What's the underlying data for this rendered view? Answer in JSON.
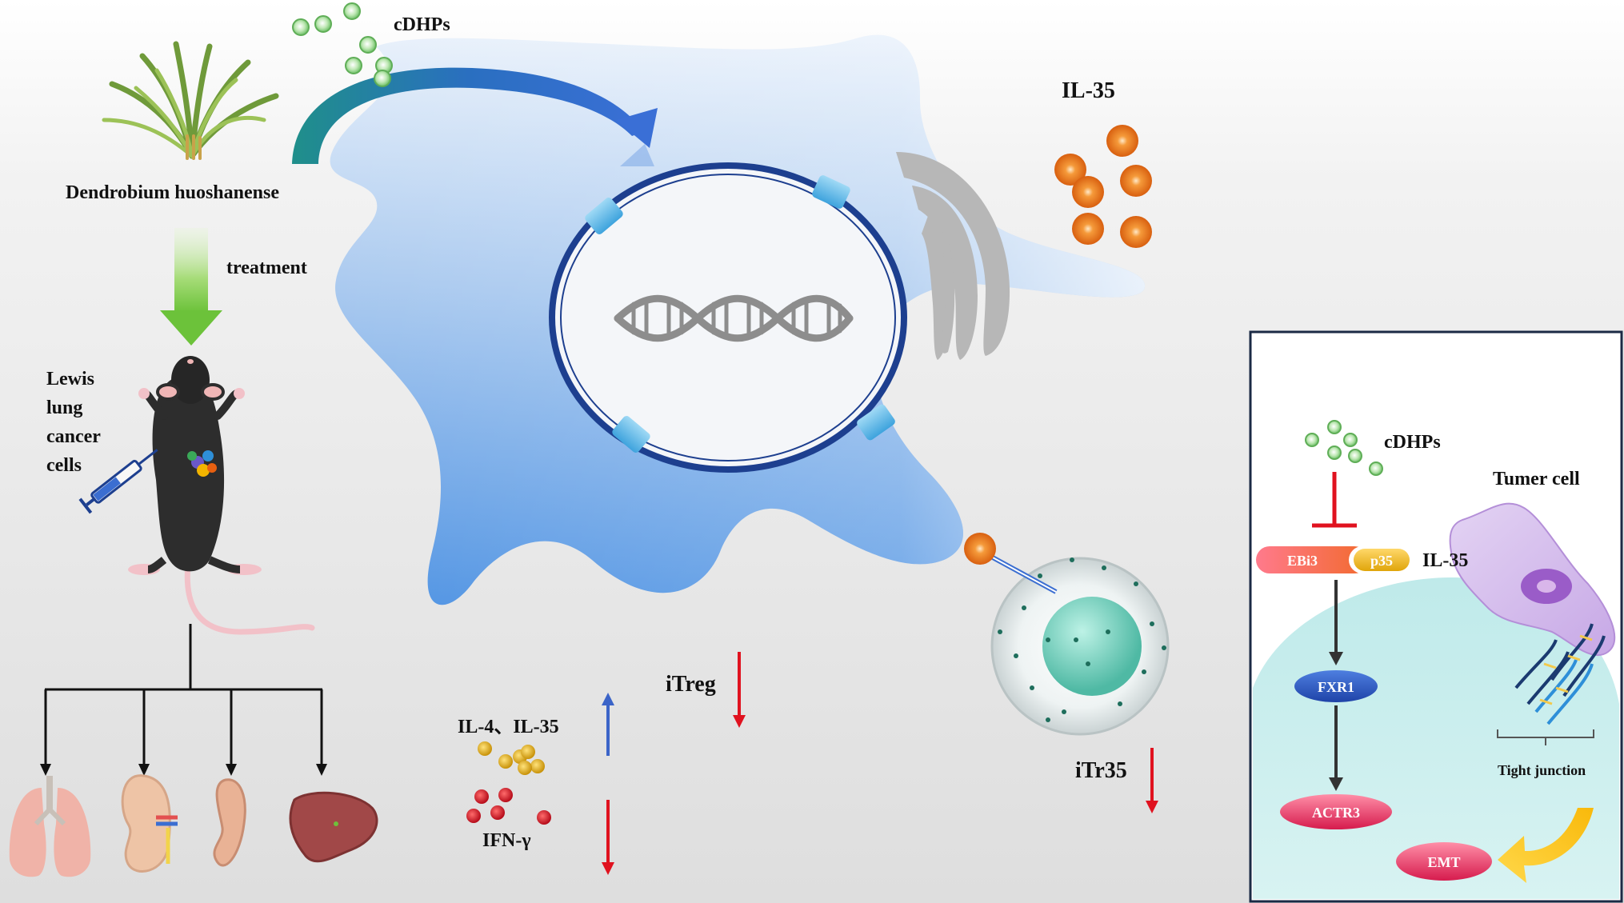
{
  "labels": {
    "cdhps_top": "cDHPs",
    "plant": "Dendrobium huoshanense",
    "treatment": "treatment",
    "lewis": "Lewis\nlung\ncancer\ncells",
    "il35_top": "IL-35",
    "itreg": "iTreg",
    "il4_il35": "IL-4、IL-35",
    "ifn": "IFN-γ",
    "itr35": "iTr35"
  },
  "inset": {
    "cdhps": "cDHPs",
    "tumor_cell": "Tumer cell",
    "ebi3": "EBi3",
    "p35": "p35",
    "il35": "IL-35",
    "fxr1": "FXR1",
    "actr3": "ACTR3",
    "emt": "EMT",
    "tight_junction": "Tight junction"
  },
  "colors": {
    "cell_blue": "#5b9ee6",
    "il35_orange": "#f07c1c",
    "cdhps_green": "#8fd48a",
    "arrow_red": "#e0121f",
    "arrow_blue": "#3b64c8",
    "nucleus_blue": "#1d3f8f",
    "inset_border": "#1b2a45"
  },
  "icons": [
    "plant-icon",
    "mouse-icon",
    "syringe-icon",
    "lungs-icon",
    "kidney-icon",
    "spleen-icon",
    "liver-icon",
    "dna-icon",
    "golgi-icon",
    "itr35-cell-icon",
    "tumor-cell-icon"
  ]
}
